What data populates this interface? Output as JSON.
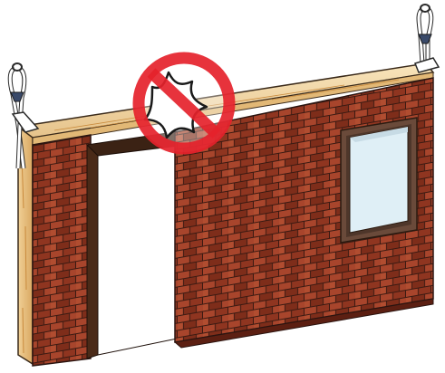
{
  "illustration": {
    "subject": "brick-wall-panel-lifting-with-slings",
    "prohibition": {
      "symbol": "prohibited-sign",
      "meaning": "impact-collision"
    },
    "colors": {
      "brick": "#9a3b24",
      "brick_dark": "#5c1f12",
      "mortar": "#3a1a12",
      "timber": "#f3d9a8",
      "timber_dark": "#c98a3c",
      "glass": "#dfeff6",
      "frame": "#6a4a3a",
      "prohibition_red": "#e5222b",
      "sling": "#ffffff"
    }
  }
}
